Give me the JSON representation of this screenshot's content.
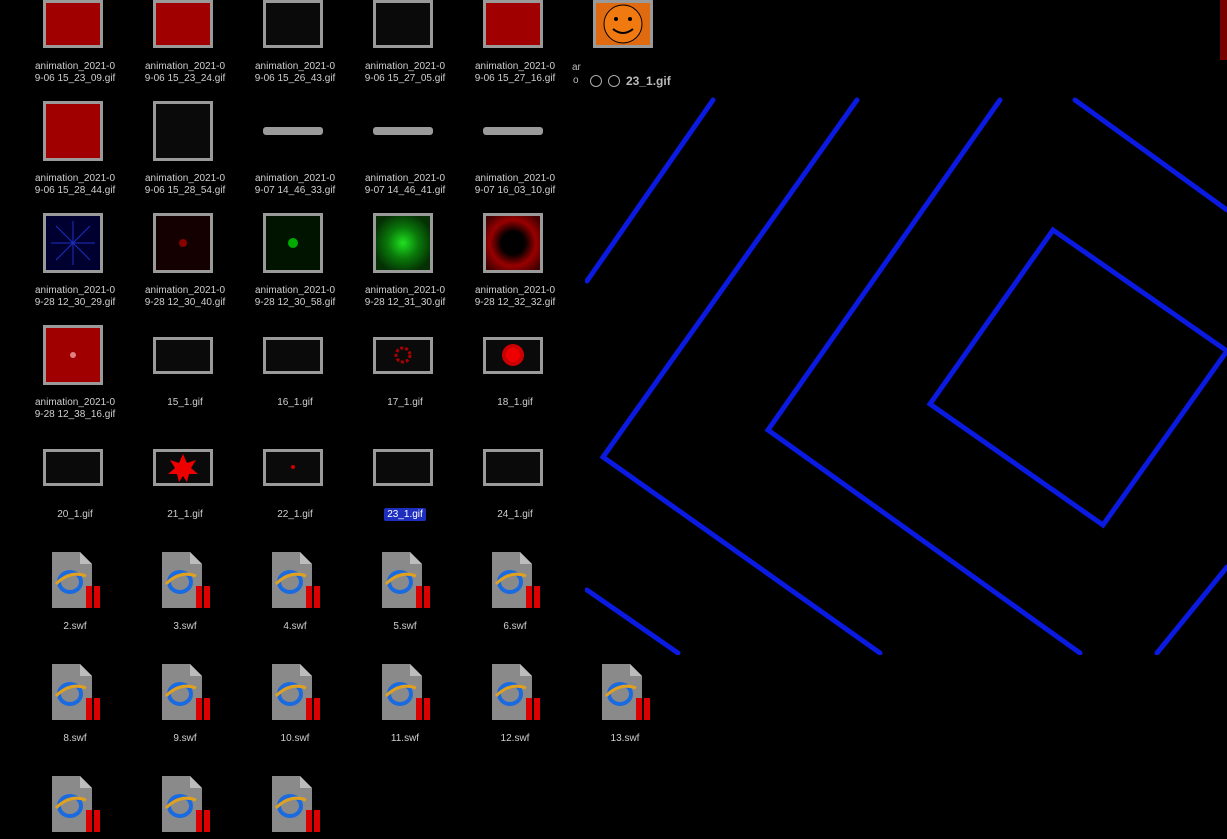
{
  "rows": [
    {
      "labels": [
        [
          "animation_2021-0",
          "9-06 15_23_09.gif"
        ],
        [
          "animation_2021-0",
          "9-06 15_23_24.gif"
        ],
        [
          "animation_2021-0",
          "9-06 15_26_43.gif"
        ],
        [
          "animation_2021-0",
          "9-06 15_27_05.gif"
        ],
        [
          "animation_2021-0",
          "9-06 15_27_16.gif"
        ]
      ]
    },
    {
      "labels": [
        [
          "animation_2021-0",
          "9-06 15_28_44.gif"
        ],
        [
          "animation_2021-0",
          "9-06 15_28_54.gif"
        ],
        [
          "animation_2021-0",
          "9-07 14_46_33.gif"
        ],
        [
          "animation_2021-0",
          "9-07 14_46_41.gif"
        ],
        [
          "animation_2021-0",
          "9-07 16_03_10.gif"
        ]
      ]
    },
    {
      "labels": [
        [
          "animation_2021-0",
          "9-28 12_30_29.gif"
        ],
        [
          "animation_2021-0",
          "9-28 12_30_40.gif"
        ],
        [
          "animation_2021-0",
          "9-28 12_30_58.gif"
        ],
        [
          "animation_2021-0",
          "9-28 12_31_30.gif"
        ],
        [
          "animation_2021-0",
          "9-28 12_32_32.gif"
        ]
      ]
    }
  ],
  "row4_labels": [
    [
      "animation_2021-0",
      "9-28 12_38_16.gif"
    ],
    [
      "15_1.gif"
    ],
    [
      "16_1.gif"
    ],
    [
      "17_1.gif"
    ],
    [
      "18_1.gif"
    ]
  ],
  "row5_labels": [
    "20_1.gif",
    "21_1.gif",
    "22_1.gif",
    "23_1.gif",
    "24_1.gif"
  ],
  "selected_file": "23_1.gif",
  "swf_row1": [
    "2.swf",
    "3.swf",
    "4.swf",
    "5.swf",
    "6.swf"
  ],
  "swf_row2": [
    "8.swf",
    "9.swf",
    "10.swf",
    "11.swf",
    "12.swf",
    "13.swf"
  ],
  "preview_header": {
    "name": "23_1.gif",
    "partial_col_top": "ar",
    "partial_col_mid": "o"
  },
  "colors": {
    "thumb_red": "#a00000",
    "preview_stroke": "#0a1ae0",
    "selection": "#1e2fc0"
  }
}
